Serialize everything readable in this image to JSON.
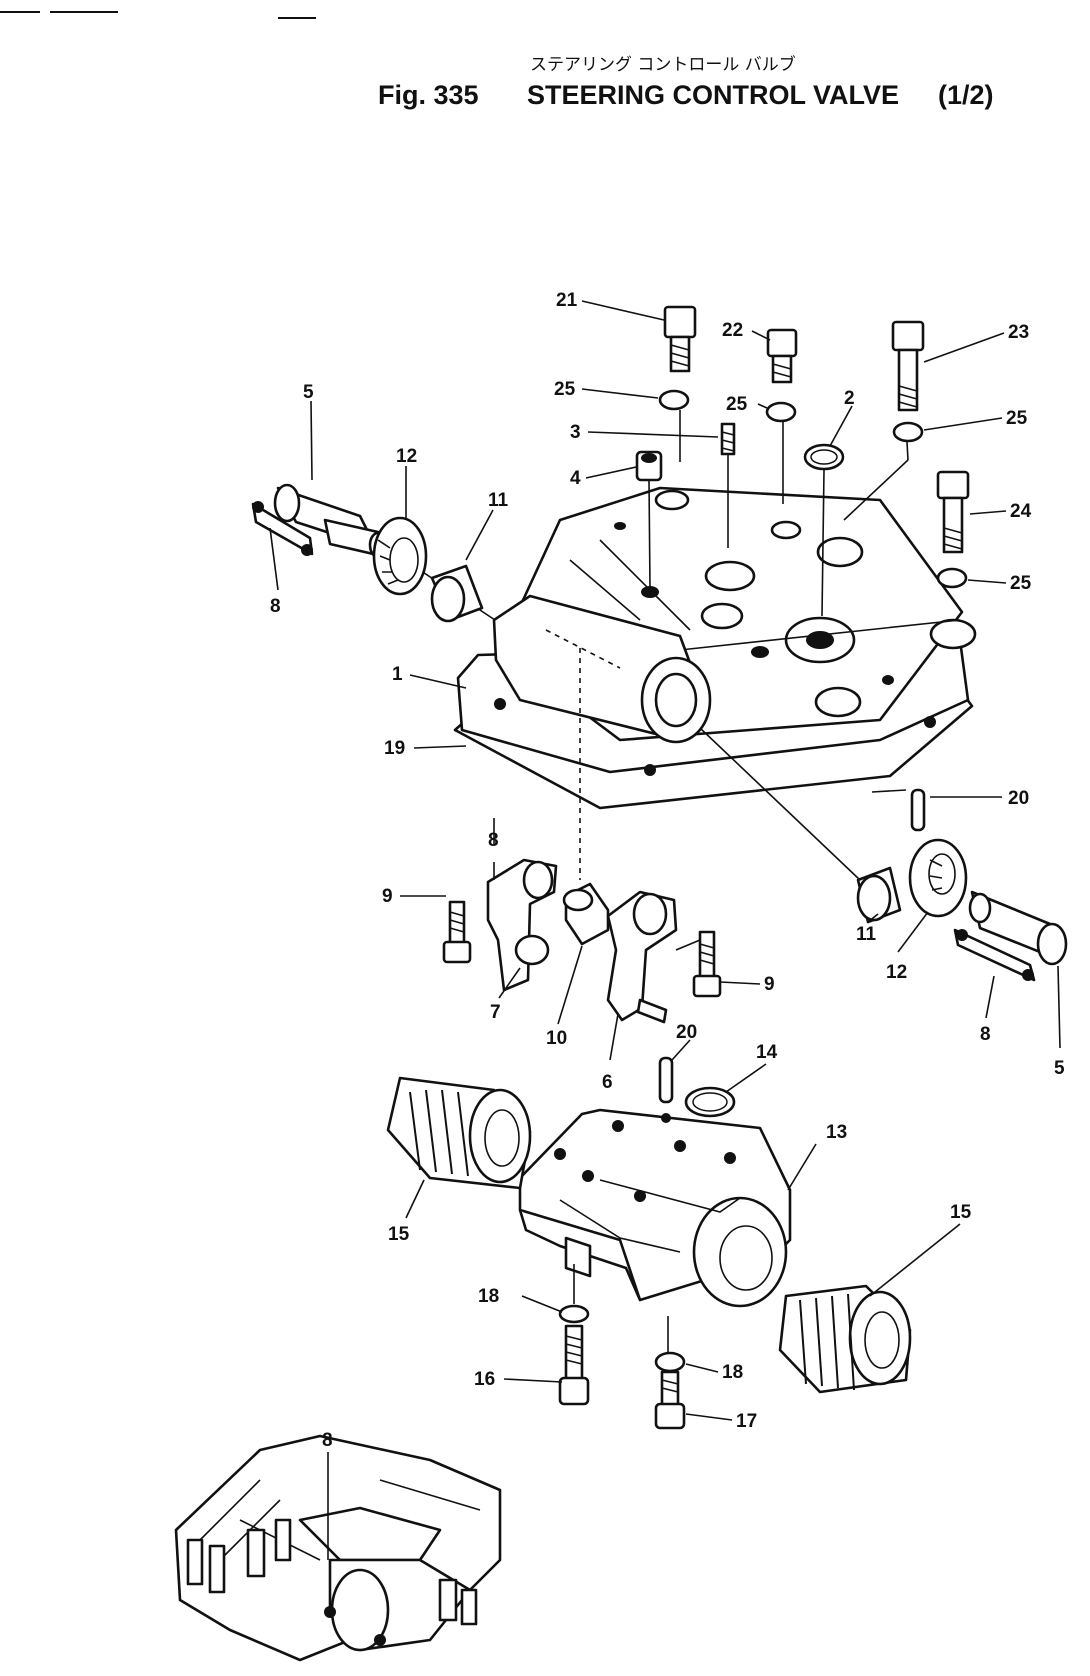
{
  "title": {
    "japanese": "ステアリング コントロール バルブ",
    "figure": "Fig. 335",
    "name": "STEERING CONTROL VALVE",
    "sheet": "(1/2)"
  },
  "callouts": [
    {
      "id": "c21",
      "text": "21"
    },
    {
      "id": "c22",
      "text": "22"
    },
    {
      "id": "c23",
      "text": "23"
    },
    {
      "id": "c25a",
      "text": "25"
    },
    {
      "id": "c25b",
      "text": "25"
    },
    {
      "id": "c25c",
      "text": "25"
    },
    {
      "id": "c25d",
      "text": "25"
    },
    {
      "id": "c2",
      "text": "2"
    },
    {
      "id": "c3",
      "text": "3"
    },
    {
      "id": "c4",
      "text": "4"
    },
    {
      "id": "c24",
      "text": "24"
    },
    {
      "id": "c5a",
      "text": "5"
    },
    {
      "id": "c12a",
      "text": "12"
    },
    {
      "id": "c11a",
      "text": "11"
    },
    {
      "id": "c8a",
      "text": "8"
    },
    {
      "id": "c1",
      "text": "1"
    },
    {
      "id": "c19",
      "text": "19"
    },
    {
      "id": "c20a",
      "text": "20"
    },
    {
      "id": "c8b",
      "text": "8"
    },
    {
      "id": "c9a",
      "text": "9"
    },
    {
      "id": "c7",
      "text": "7"
    },
    {
      "id": "c10",
      "text": "10"
    },
    {
      "id": "c6",
      "text": "6"
    },
    {
      "id": "c9b",
      "text": "9"
    },
    {
      "id": "c11b",
      "text": "11"
    },
    {
      "id": "c12b",
      "text": "12"
    },
    {
      "id": "c8c",
      "text": "8"
    },
    {
      "id": "c5b",
      "text": "5"
    },
    {
      "id": "c20b",
      "text": "20"
    },
    {
      "id": "c14",
      "text": "14"
    },
    {
      "id": "c13",
      "text": "13"
    },
    {
      "id": "c15a",
      "text": "15"
    },
    {
      "id": "c15b",
      "text": "15"
    },
    {
      "id": "c18a",
      "text": "18"
    },
    {
      "id": "c18b",
      "text": "18"
    },
    {
      "id": "c16",
      "text": "16"
    },
    {
      "id": "c17",
      "text": "17"
    },
    {
      "id": "c8d",
      "text": "8"
    }
  ]
}
